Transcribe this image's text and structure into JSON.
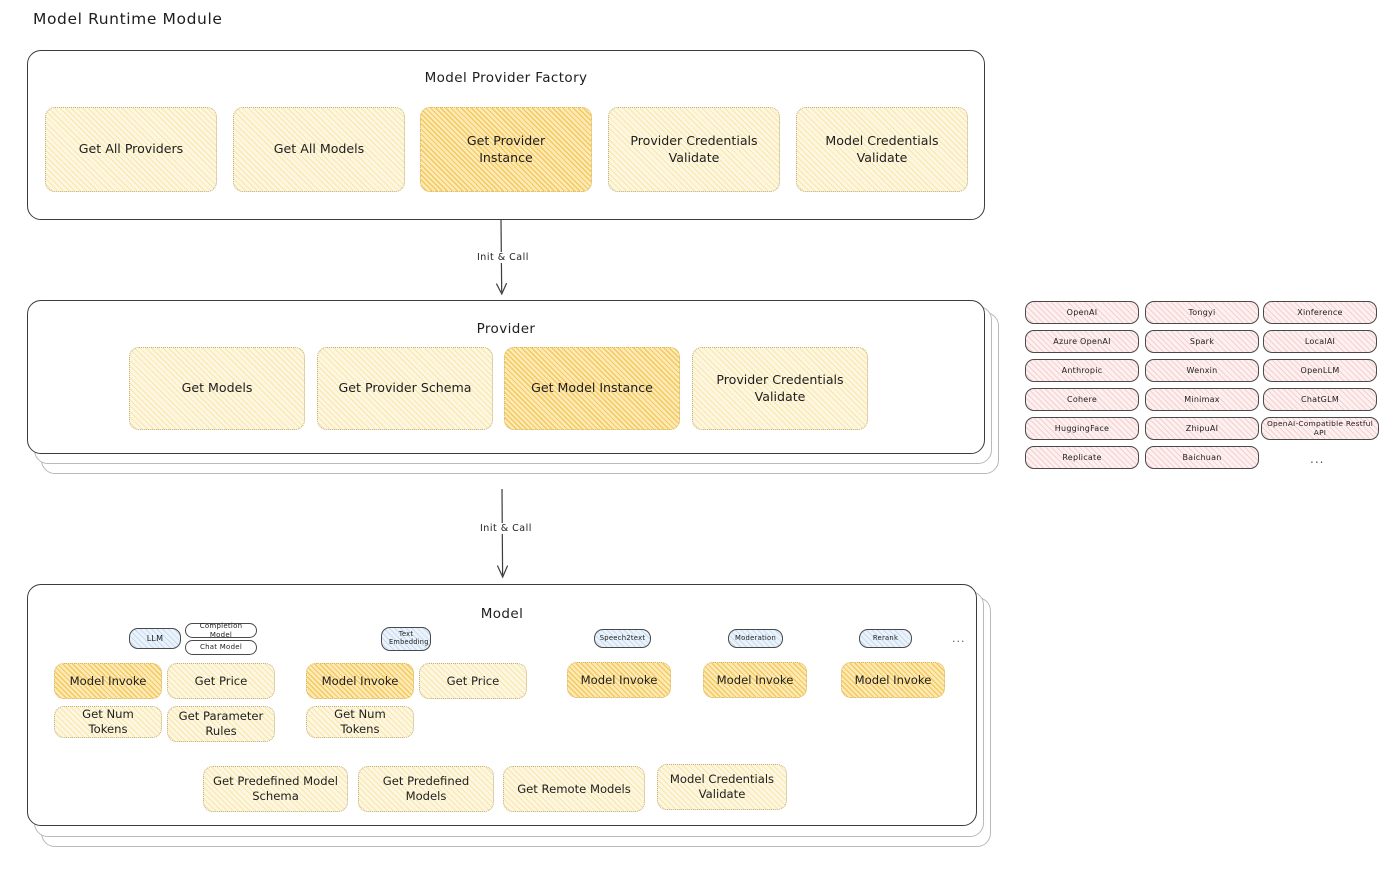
{
  "title": "Model Runtime Module",
  "colors": {
    "hatch_light": "#fdf7e1",
    "hatch_strong": "#fdeab6",
    "hatch_pink": "#fdf0f0",
    "badge_blue": "#eaf3fb",
    "panel_border": "#3c3c3c",
    "text": "#1e1e1e"
  },
  "factory": {
    "title": "Model Provider Factory",
    "nodes": [
      {
        "label": "Get All Providers",
        "highlight": false
      },
      {
        "label": "Get All Models",
        "highlight": false
      },
      {
        "label": "Get Provider Instance",
        "highlight": true
      },
      {
        "label": "Provider Credentials Validate",
        "highlight": false
      },
      {
        "label": "Model Credentials Validate",
        "highlight": false
      }
    ]
  },
  "arrow1": {
    "label": "Init & Call"
  },
  "arrow2": {
    "label": "Init & Call"
  },
  "provider": {
    "title": "Provider",
    "nodes": [
      {
        "label": "Get Models",
        "highlight": false
      },
      {
        "label": "Get Provider Schema",
        "highlight": false
      },
      {
        "label": "Get Model Instance",
        "highlight": true
      },
      {
        "label": "Provider Credentials Validate",
        "highlight": false
      }
    ]
  },
  "provider_list": {
    "ellipsis": "...",
    "columns": [
      {
        "items": [
          "OpenAI",
          "Azure OpenAI",
          "Anthropic",
          "Cohere",
          "HuggingFace",
          "Replicate"
        ]
      },
      {
        "items": [
          "Tongyi",
          "Spark",
          "Wenxin",
          "Minimax",
          "ZhipuAI",
          "Baichuan"
        ]
      },
      {
        "items": [
          "Xinference",
          "LocalAI",
          "OpenLLM",
          "ChatGLM",
          "OpenAI-Compatible Restful API"
        ]
      }
    ]
  },
  "model": {
    "title": "Model",
    "ellipsis": "...",
    "types": [
      {
        "badge": "LLM",
        "badge_style": "blue",
        "sub_badges": [
          "Completion Model",
          "Chat Model"
        ],
        "methods": [
          {
            "label": "Model Invoke",
            "highlight": true
          },
          {
            "label": "Get Price",
            "highlight": false
          },
          {
            "label": "Get Num Tokens",
            "highlight": false
          },
          {
            "label": "Get Parameter Rules",
            "highlight": false
          }
        ]
      },
      {
        "badge": "Text Embedding",
        "badge_style": "blue",
        "sub_badges": [],
        "methods": [
          {
            "label": "Model Invoke",
            "highlight": true
          },
          {
            "label": "Get Price",
            "highlight": false
          },
          {
            "label": "Get Num Tokens",
            "highlight": false
          }
        ]
      },
      {
        "badge": "Speech2text",
        "badge_style": "blue",
        "sub_badges": [],
        "methods": [
          {
            "label": "Model Invoke",
            "highlight": true
          }
        ]
      },
      {
        "badge": "Moderation",
        "badge_style": "blue",
        "sub_badges": [],
        "methods": [
          {
            "label": "Model Invoke",
            "highlight": true
          }
        ]
      },
      {
        "badge": "Rerank",
        "badge_style": "blue",
        "sub_badges": [],
        "methods": [
          {
            "label": "Model Invoke",
            "highlight": true
          }
        ]
      }
    ],
    "common_methods": [
      {
        "label": "Get Predefined Model Schema"
      },
      {
        "label": "Get Predefined Models"
      },
      {
        "label": "Get Remote Models"
      },
      {
        "label": "Model Credentials Validate"
      }
    ]
  }
}
